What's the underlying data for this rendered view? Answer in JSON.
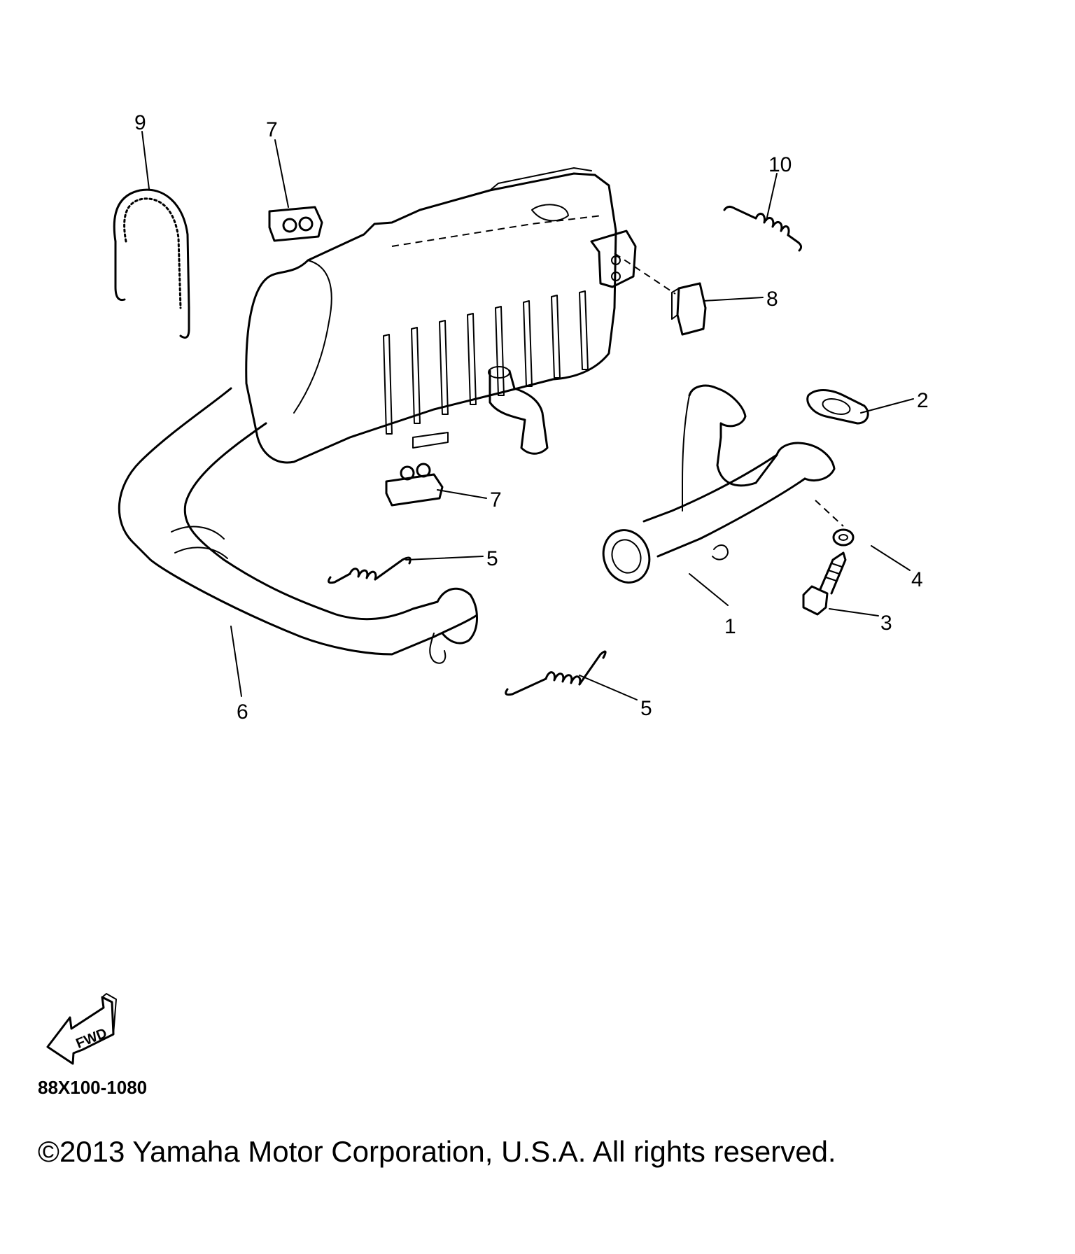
{
  "callouts": [
    {
      "id": "1",
      "label": "1"
    },
    {
      "id": "2",
      "label": "2"
    },
    {
      "id": "3",
      "label": "3"
    },
    {
      "id": "4",
      "label": "4"
    },
    {
      "id": "5a",
      "label": "5"
    },
    {
      "id": "5b",
      "label": "5"
    },
    {
      "id": "6",
      "label": "6"
    },
    {
      "id": "7a",
      "label": "7"
    },
    {
      "id": "7b",
      "label": "7"
    },
    {
      "id": "8",
      "label": "8"
    },
    {
      "id": "9",
      "label": "9"
    },
    {
      "id": "10",
      "label": "10"
    }
  ],
  "fwd_label": "FWD",
  "diagram_code": "88X100-1080",
  "copyright": "©2013 Yamaha Motor Corporation, U.S.A. All rights reserved."
}
